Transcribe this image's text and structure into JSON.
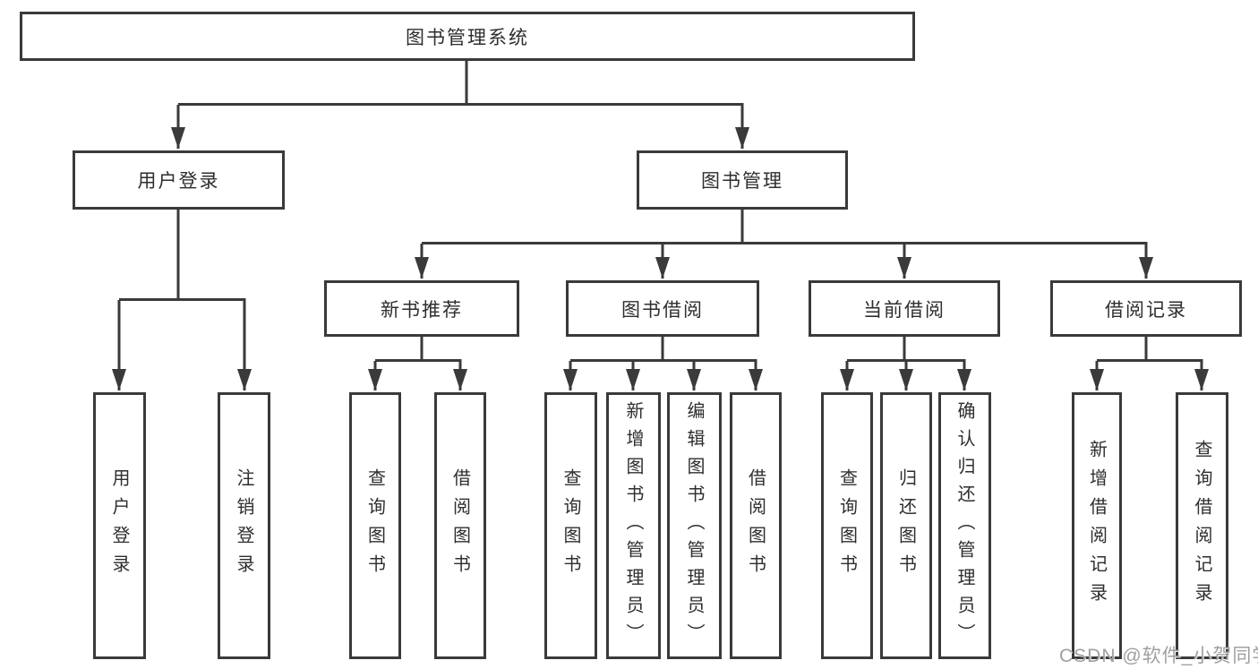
{
  "diagram": {
    "root": {
      "label": "图书管理系统"
    },
    "branches": [
      {
        "label": "用户登录",
        "children": [
          {
            "label": "用户登录"
          },
          {
            "label": "注销登录"
          }
        ]
      },
      {
        "label": "图书管理",
        "children": [
          {
            "label": "新书推荐",
            "children": [
              {
                "label": "查询图书"
              },
              {
                "label": "借阅图书"
              }
            ]
          },
          {
            "label": "图书借阅",
            "children": [
              {
                "label": "查询图书"
              },
              {
                "label": "新增图书（管理员）"
              },
              {
                "label": "编辑图书（管理员）"
              },
              {
                "label": "借阅图书"
              }
            ]
          },
          {
            "label": "当前借阅",
            "children": [
              {
                "label": "查询图书"
              },
              {
                "label": "归还图书"
              },
              {
                "label": "确认归还（管理员）"
              }
            ]
          },
          {
            "label": "借阅记录",
            "children": [
              {
                "label": "新增借阅记录"
              },
              {
                "label": "查询借阅记录"
              }
            ]
          }
        ]
      }
    ],
    "watermark": "CSDN @软件_小贺同学",
    "colors": {
      "line": "#3a3a3a",
      "text": "#2e2e2e",
      "box_background": "#ffffff",
      "watermark": "#a0a0a0",
      "background": "#ffffff"
    }
  }
}
